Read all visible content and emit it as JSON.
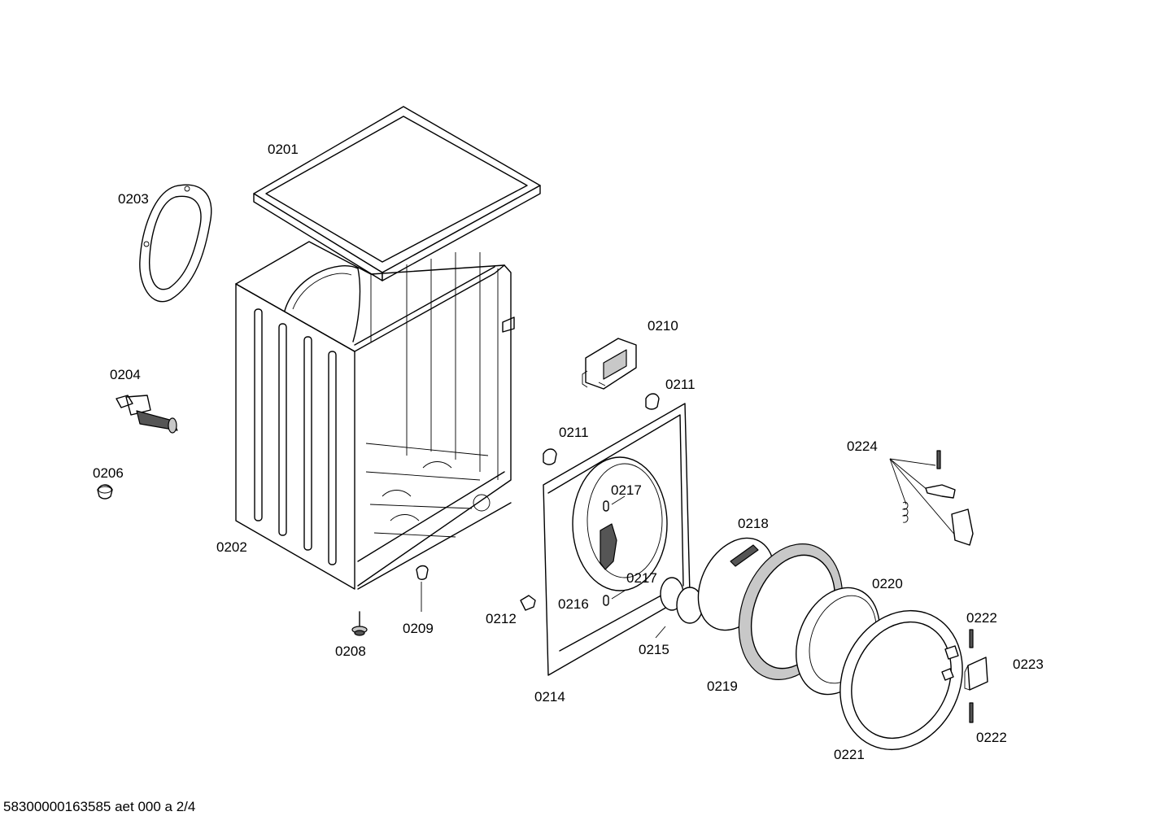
{
  "labels": {
    "p0201": "0201",
    "p0202": "0202",
    "p0203": "0203",
    "p0204": "0204",
    "p0206": "0206",
    "p0208": "0208",
    "p0209": "0209",
    "p0210": "0210",
    "p0211a": "0211",
    "p0211b": "0211",
    "p0212": "0212",
    "p0214": "0214",
    "p0215": "0215",
    "p0216": "0216",
    "p0217a": "0217",
    "p0217b": "0217",
    "p0218": "0218",
    "p0219": "0219",
    "p0220": "0220",
    "p0221": "0221",
    "p0222a": "0222",
    "p0222b": "0222",
    "p0223": "0223",
    "p0224": "0224"
  },
  "footer": {
    "code": "58300000163585 aet 000 a 2/4"
  }
}
